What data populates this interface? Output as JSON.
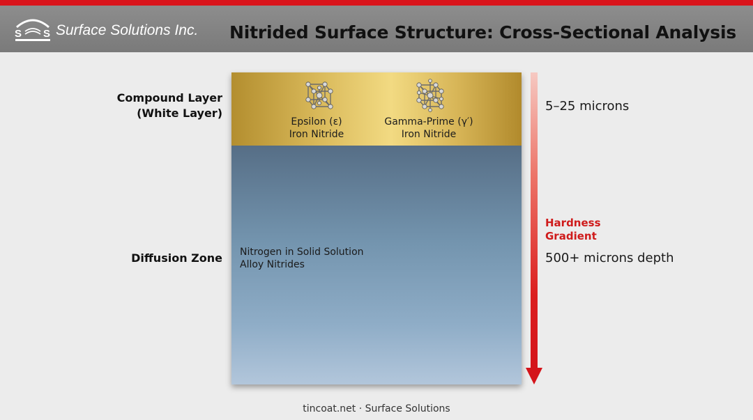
{
  "header": {
    "brand": "Surface Solutions Inc.",
    "title": "Nitrided Surface Structure: Cross-Sectional Analysis",
    "logo_text": "S S"
  },
  "compound_layer": {
    "label_line1": "Compound Layer",
    "label_line2": "(White Layer)",
    "thickness": "5–25 microns",
    "phases": [
      {
        "line1": "Epsilon (ε)",
        "line2": "Iron Nitride"
      },
      {
        "line1": "Gamma-Prime (γ′)",
        "line2": "Iron Nitride"
      }
    ]
  },
  "diffusion_zone": {
    "label": "Diffusion Zone",
    "line1": "Nitrogen in Solid Solution",
    "line2": "Alloy Nitrides",
    "depth": "500+ microns depth"
  },
  "gradient": {
    "label_line1": "Hardness",
    "label_line2": "Gradient"
  },
  "footer": {
    "text": "tincoat.net · Surface Solutions"
  },
  "colors": {
    "accent_red": "#d9141b",
    "header_gray": "#858585",
    "gold": "#e6c867",
    "steel_blue": "#7394ae"
  },
  "icons": [
    "ss-logo-icon",
    "epsilon-crystal-icon",
    "gamma-prime-crystal-icon",
    "hardness-arrow-icon"
  ]
}
